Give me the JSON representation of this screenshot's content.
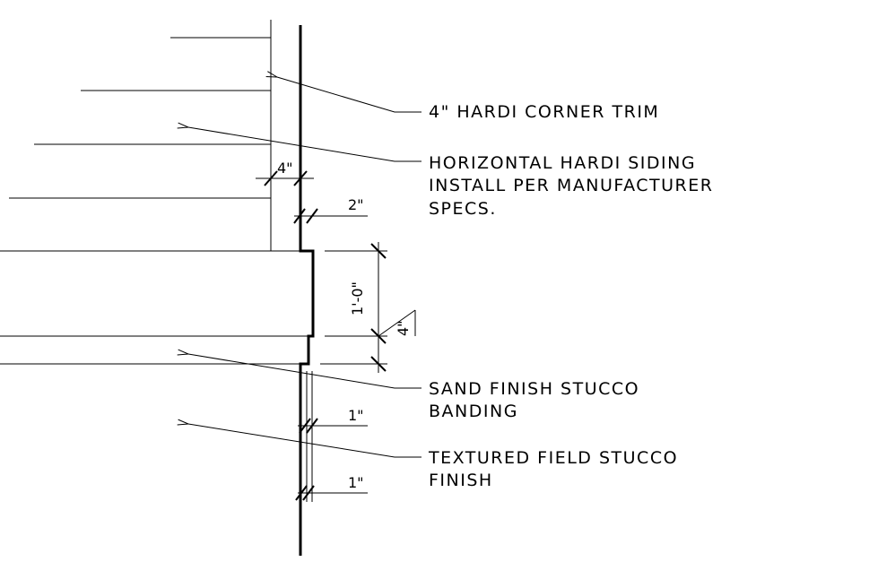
{
  "callouts": {
    "corner_trim": "4\" HARDI CORNER TRIM",
    "siding_line1": "HORIZONTAL HARDI SIDING",
    "siding_line2": "INSTALL PER MANUFACTURER",
    "siding_line3": "SPECS.",
    "banding_line1": "SAND FINISH STUCCO",
    "banding_line2": "BANDING",
    "field_line1": "TEXTURED FIELD STUCCO",
    "field_line2": "FINISH"
  },
  "dimensions": {
    "trim_width": "4\"",
    "siding_offset": "2\"",
    "band_height": "1'-0\"",
    "band_reveal": "4\"",
    "stucco_upper": "1\"",
    "stucco_lower": "1\""
  }
}
